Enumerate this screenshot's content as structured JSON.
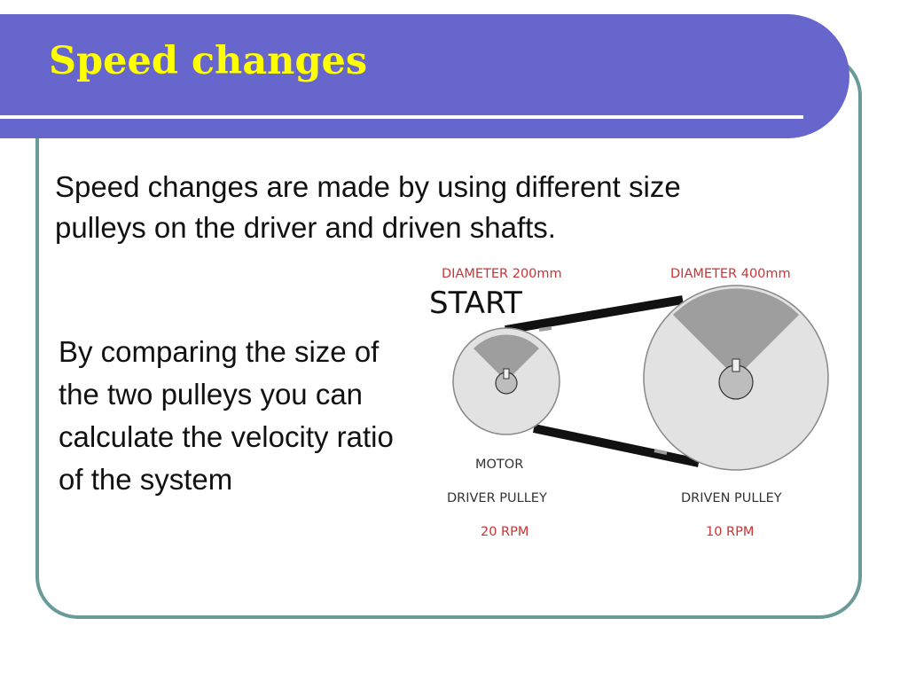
{
  "slide": {
    "title": "Speed changes",
    "intro": "Speed changes are made by using different size pulleys on the driver and driven shafts.",
    "comparison": "By comparing the size of the two pulleys you can calculate the velocity ratio of the system"
  },
  "diagram": {
    "driver_diameter": "DIAMETER 200mm",
    "driven_diameter": "DIAMETER 400mm",
    "start_label": "START",
    "motor_label": "MOTOR",
    "driver_label": "DRIVER PULLEY",
    "driver_rpm": "20 RPM",
    "driven_label": "DRIVEN PULLEY",
    "driven_rpm": "10 RPM"
  },
  "colors": {
    "title_bar": "#6666cc",
    "title_text": "#ffff00",
    "frame_border": "#6a9a9a",
    "diameter_text": "#cc3333",
    "pulley_fill": "#e2e2e2",
    "pulley_wedge": "#9e9e9e"
  }
}
